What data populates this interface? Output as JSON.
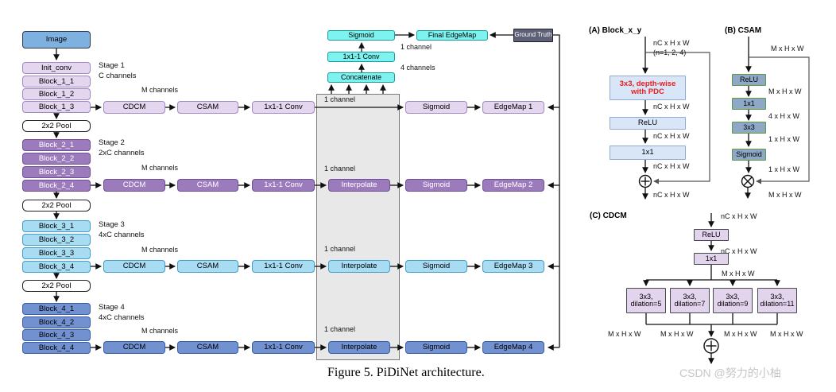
{
  "figure": {
    "caption": "Figure 5. PiDiNet architecture.",
    "watermark": "CSDN @努力的小柚"
  },
  "colors": {
    "image_blue": "#7EB1DF",
    "stage1_lavender": "#E4D6EE",
    "stage2_purple": "#9C7BBC",
    "stage3_sky": "#A7DCF2",
    "stage4_slate": "#7191D1",
    "fusion_cyan": "#7DF2EF",
    "ground_truth_gray": "#5D6076",
    "panel_a_blue": "#D9E6F8",
    "panel_b_steel": "#8FA8C7",
    "panel_c_lavender": "#E3D4ED",
    "pdc_red_text": "#EA1C1C",
    "fusion_region_gray": "#E8E8E8"
  },
  "left_column": {
    "image_label": "Image",
    "pool_label": "2x2 Pool",
    "stage1_blocks": [
      "Init_conv",
      "Block_1_1",
      "Block_1_2",
      "Block_1_3"
    ],
    "stage2_blocks": [
      "Block_2_1",
      "Block_2_2",
      "Block_2_3",
      "Block_2_4"
    ],
    "stage3_blocks": [
      "Block_3_1",
      "Block_3_2",
      "Block_3_3",
      "Block_3_4"
    ],
    "stage4_blocks": [
      "Block_4_1",
      "Block_4_2",
      "Block_4_3",
      "Block_4_4"
    ],
    "stages": [
      {
        "name": "Stage 1",
        "channels": "C channels"
      },
      {
        "name": "Stage 2",
        "channels": "2xC channels"
      },
      {
        "name": "Stage 3",
        "channels": "4xC channels"
      },
      {
        "name": "Stage 4",
        "channels": "4xC channels"
      }
    ]
  },
  "rows": [
    {
      "cdcm": "CDCM",
      "csam": "CSAM",
      "conv": "1x1-1 Conv",
      "sigmoid": "Sigmoid",
      "edgemap": "EdgeMap 1",
      "m_channels": "M channels",
      "one_channel": "1 channel"
    },
    {
      "cdcm": "CDCM",
      "csam": "CSAM",
      "conv": "1x1-1 Conv",
      "interpolate": "Interpolate",
      "sigmoid": "Sigmoid",
      "edgemap": "EdgeMap 2",
      "m_channels": "M channels",
      "one_channel": "1 channel"
    },
    {
      "cdcm": "CDCM",
      "csam": "CSAM",
      "conv": "1x1-1 Conv",
      "interpolate": "Interpolate",
      "sigmoid": "Sigmoid",
      "edgemap": "EdgeMap 3",
      "m_channels": "M channels",
      "one_channel": "1 channel"
    },
    {
      "cdcm": "CDCM",
      "csam": "CSAM",
      "conv": "1x1-1 Conv",
      "interpolate": "Interpolate",
      "sigmoid": "Sigmoid",
      "edgemap": "EdgeMap 4",
      "m_channels": "M channels",
      "one_channel": "1 channel"
    }
  ],
  "fusion": {
    "sigmoid": "Sigmoid",
    "conv": "1x1-1 Conv",
    "concatenate": "Concatenate",
    "final_edgemap": "Final EdgeMap",
    "ground_truth": "Ground Truth",
    "one_channel": "1 channel",
    "four_channels": "4 channels"
  },
  "panel_a": {
    "title": "(A) Block_x_y",
    "dim_in": "nC x H x W",
    "dim_n": "(n=1, 2, 4)",
    "pdc_line1": "3x3, depth-wise",
    "pdc_line2": "with PDC",
    "dim1": "nC x H x W",
    "relu": "ReLU",
    "dim2": "nC x H x W",
    "conv": "1x1",
    "dim3": "nC x H x W",
    "dim_out": "nC x H x W"
  },
  "panel_b": {
    "title": "(B) CSAM",
    "dim_in": "M x H x W",
    "relu": "ReLU",
    "dim1": "M x H x W",
    "conv1": "1x1",
    "dim2": "4 x H x W",
    "conv3": "3x3",
    "dim3": "1 x H x W",
    "sigmoid": "Sigmoid",
    "dim4": "1 x H x W",
    "dim_out": "M x H x W"
  },
  "panel_c": {
    "title": "(C) CDCM",
    "dim_in": "nC x H x W",
    "relu": "ReLU",
    "dim_mid": "nC x H x W",
    "conv": "1x1",
    "dim_m": "M x H x W",
    "branches": [
      {
        "l1": "3x3,",
        "l2": "dilation=5"
      },
      {
        "l1": "3x3,",
        "l2": "dilation=7"
      },
      {
        "l1": "3x3,",
        "l2": "dilation=9"
      },
      {
        "l1": "3x3,",
        "l2": "dilation=11"
      }
    ],
    "out_dims": [
      "M x H x W",
      "M x H x W",
      "M x H x W",
      "M x H x W"
    ]
  }
}
